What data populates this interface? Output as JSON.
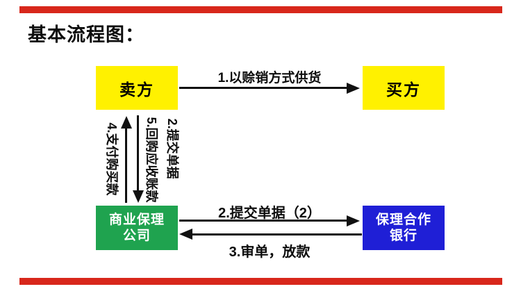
{
  "slide": {
    "title": "基本流程图：",
    "accent_bar_color": "#d8271b",
    "background_color": "#ffffff"
  },
  "nodes": {
    "seller": {
      "label": "卖方",
      "color": "#fff100",
      "text_color": "#000000"
    },
    "buyer": {
      "label": "买方",
      "color": "#fff100",
      "text_color": "#000000"
    },
    "factor": {
      "lines": [
        "商业保理",
        "公司"
      ],
      "color": "#1fa34f",
      "text_color": "#ffffff"
    },
    "bank": {
      "lines": [
        "保理合作",
        "银行"
      ],
      "color": "#1f1fd6",
      "text_color": "#ffffff"
    }
  },
  "edges": {
    "arrow_color": "#111111",
    "supply": {
      "label": "1.以赊销方式供货",
      "from": "seller",
      "to": "buyer",
      "direction": "right"
    },
    "pay_purchase": {
      "label": "4.支付购买款",
      "from": "factor",
      "to": "seller",
      "direction": "up"
    },
    "repurchase_receivables": {
      "label": "5.回购应收账款",
      "from": "seller",
      "to": "factor",
      "direction": "down"
    },
    "submit_documents": {
      "label": "2.提交单据",
      "from": "seller",
      "to": "factor",
      "direction": "down"
    },
    "submit_documents_2": {
      "label": "2.提交单据（2）",
      "from": "factor",
      "to": "bank",
      "direction": "right"
    },
    "review_and_loan": {
      "label": "3.审单，放款",
      "from": "bank",
      "to": "factor",
      "direction": "left"
    }
  }
}
